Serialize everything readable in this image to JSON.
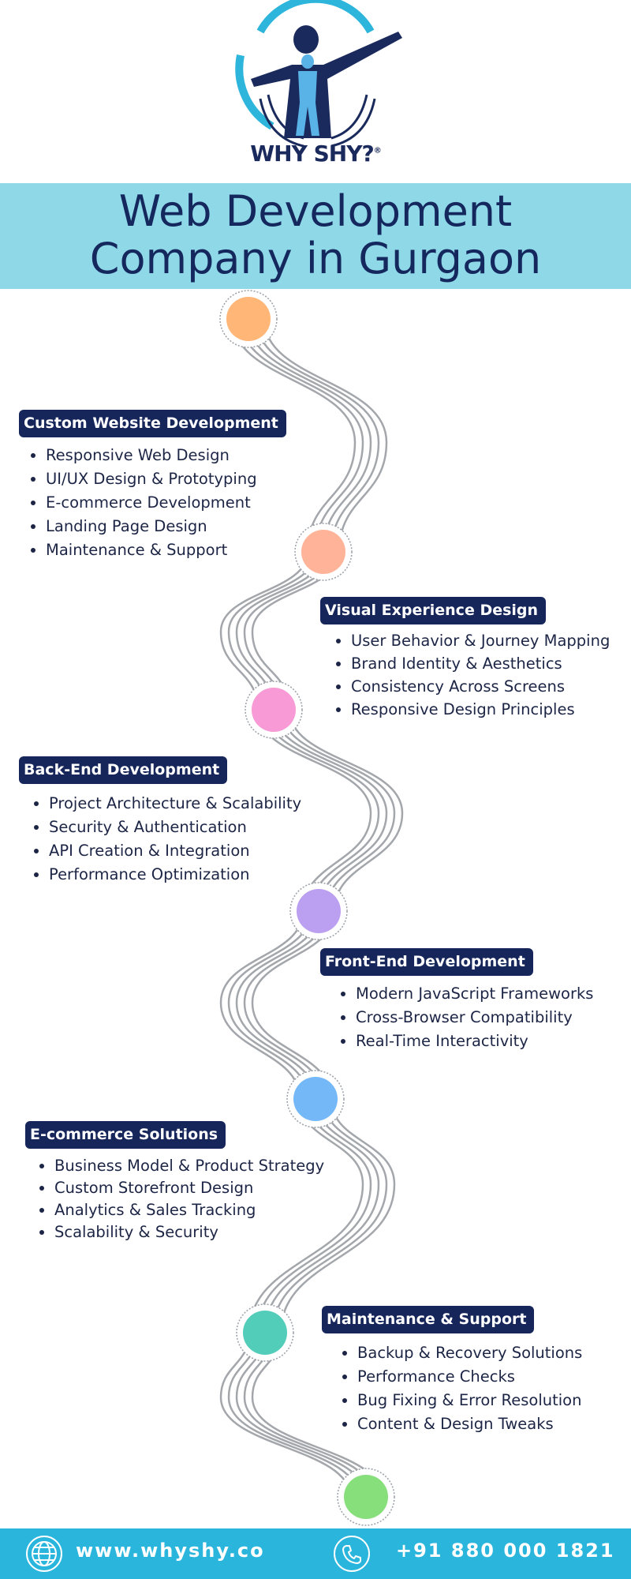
{
  "logo": {
    "text": "WHY SHY?",
    "mark": "®"
  },
  "title": {
    "line1": "Web Development",
    "line2": "Company in Gurgaon"
  },
  "sections": [
    {
      "title": "Custom Website Development",
      "items": [
        "Responsive Web Design",
        "UI/UX Design & Prototyping",
        "E-commerce Development",
        "Landing Page Design",
        "Maintenance & Support"
      ]
    },
    {
      "title": "Visual Experience Design",
      "items": [
        "User Behavior & Journey Mapping",
        "Brand Identity & Aesthetics",
        "Consistency Across Screens",
        "Responsive Design Principles"
      ]
    },
    {
      "title": "Back-End Development",
      "items": [
        "Project Architecture & Scalability",
        "Security & Authentication",
        "API Creation & Integration",
        "Performance Optimization"
      ]
    },
    {
      "title": "Front-End Development",
      "items": [
        "Modern JavaScript Frameworks",
        "Cross-Browser Compatibility",
        "Real-Time Interactivity"
      ]
    },
    {
      "title": "E-commerce Solutions",
      "items": [
        "Business Model & Product Strategy",
        "Custom Storefront Design",
        "Analytics & Sales Tracking",
        "Scalability & Security"
      ]
    },
    {
      "title": "Maintenance & Support",
      "items": [
        "Backup & Recovery Solutions",
        "Performance Checks",
        "Bug Fixing & Error Resolution",
        "Content & Design Tweaks"
      ]
    }
  ],
  "nodes": [
    {
      "color": "#ffb677"
    },
    {
      "color": "#ffb49a"
    },
    {
      "color": "#f79ad6"
    },
    {
      "color": "#bb9ff0"
    },
    {
      "color": "#74b8f8"
    },
    {
      "color": "#52cdb9"
    },
    {
      "color": "#86df7a"
    }
  ],
  "footer": {
    "website": "www.whyshy.co",
    "phone": "+91 880 000 1821"
  },
  "colors": {
    "banner": "#8fd8e8",
    "navy": "#16265a",
    "footer": "#2ab5dc",
    "road": "#a3a7ab"
  }
}
